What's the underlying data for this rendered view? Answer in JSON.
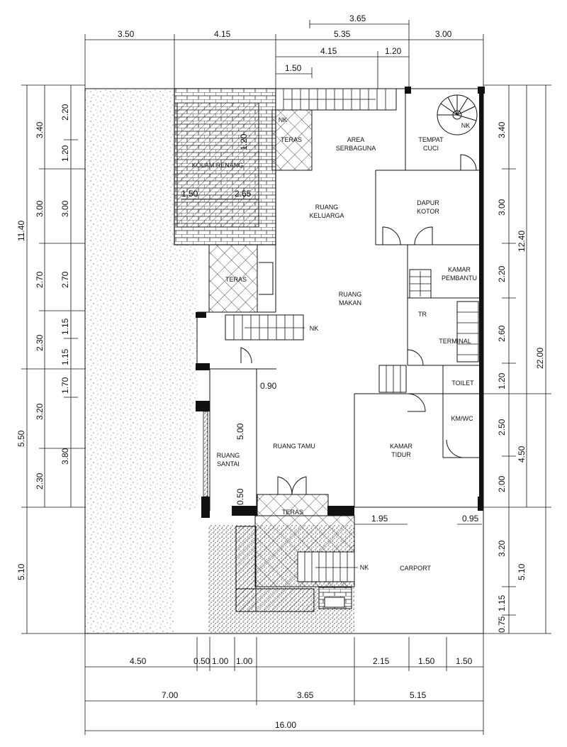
{
  "rooms": {
    "area_serbaguna": [
      "AREA",
      "SERBAGUNA"
    ],
    "tempat_cuci": [
      "TEMPAT",
      "CUCI"
    ],
    "kolam_renang": "KOLAM RENANG",
    "teras": "TERAS",
    "ruang_keluarga": [
      "RUANG",
      "KELUARGA"
    ],
    "dapur_kotor": [
      "DAPUR",
      "KOTOR"
    ],
    "ruang_makan": [
      "RUANG",
      "MAKAN"
    ],
    "kamar_pembantu": [
      "KAMAR",
      "PEMBANTU"
    ],
    "terminal": "TERMINAL",
    "toilet": "TOILET",
    "km_wc": "KM/WC",
    "ruang_santai": [
      "RUANG",
      "SANTAI"
    ],
    "ruang_tamu": "RUANG TAMU",
    "kamar_tidur": [
      "KAMAR",
      "TIDUR"
    ],
    "carport": "CARPORT",
    "nk": "NK",
    "tr": "TR"
  },
  "dimensions": {
    "top_row1": [
      "3.65"
    ],
    "top_row2": [
      "3.50",
      "4.15",
      "5.35",
      "3.00"
    ],
    "top_row3": [
      "4.15",
      "1.20"
    ],
    "top_row4": [
      "1.50"
    ],
    "left_outer": [
      "11.40",
      "5.50",
      "5.10"
    ],
    "left_mid": [
      "3.40",
      "3.00",
      "2.70",
      "2.30",
      "3.20",
      "2.30"
    ],
    "left_inner": [
      "2.20",
      "1.20",
      "3.00",
      "2.70",
      "1.15",
      "1.15",
      "1.70",
      "3.80"
    ],
    "right_inner": [
      "3.40",
      "3.00",
      "2.20",
      "2.60",
      "1.20",
      "2.50",
      "2.00",
      "3.20",
      "1.15",
      "0.75"
    ],
    "right_mid": [
      "12.40",
      "4.50",
      "5.10"
    ],
    "right_outer": [
      "22.00"
    ],
    "bottom_row1": [
      "4.50",
      "0.50",
      "1.00",
      "1.00",
      "2.15",
      "1.50",
      "1.50"
    ],
    "bottom_row2": [
      "7.00",
      "3.65",
      "5.15"
    ],
    "bottom_row3": [
      "16.00"
    ],
    "internal": [
      "1.20",
      "1.50",
      "2.65",
      "0.90",
      "5.00",
      "0.50",
      "1.95",
      "0.95"
    ]
  }
}
